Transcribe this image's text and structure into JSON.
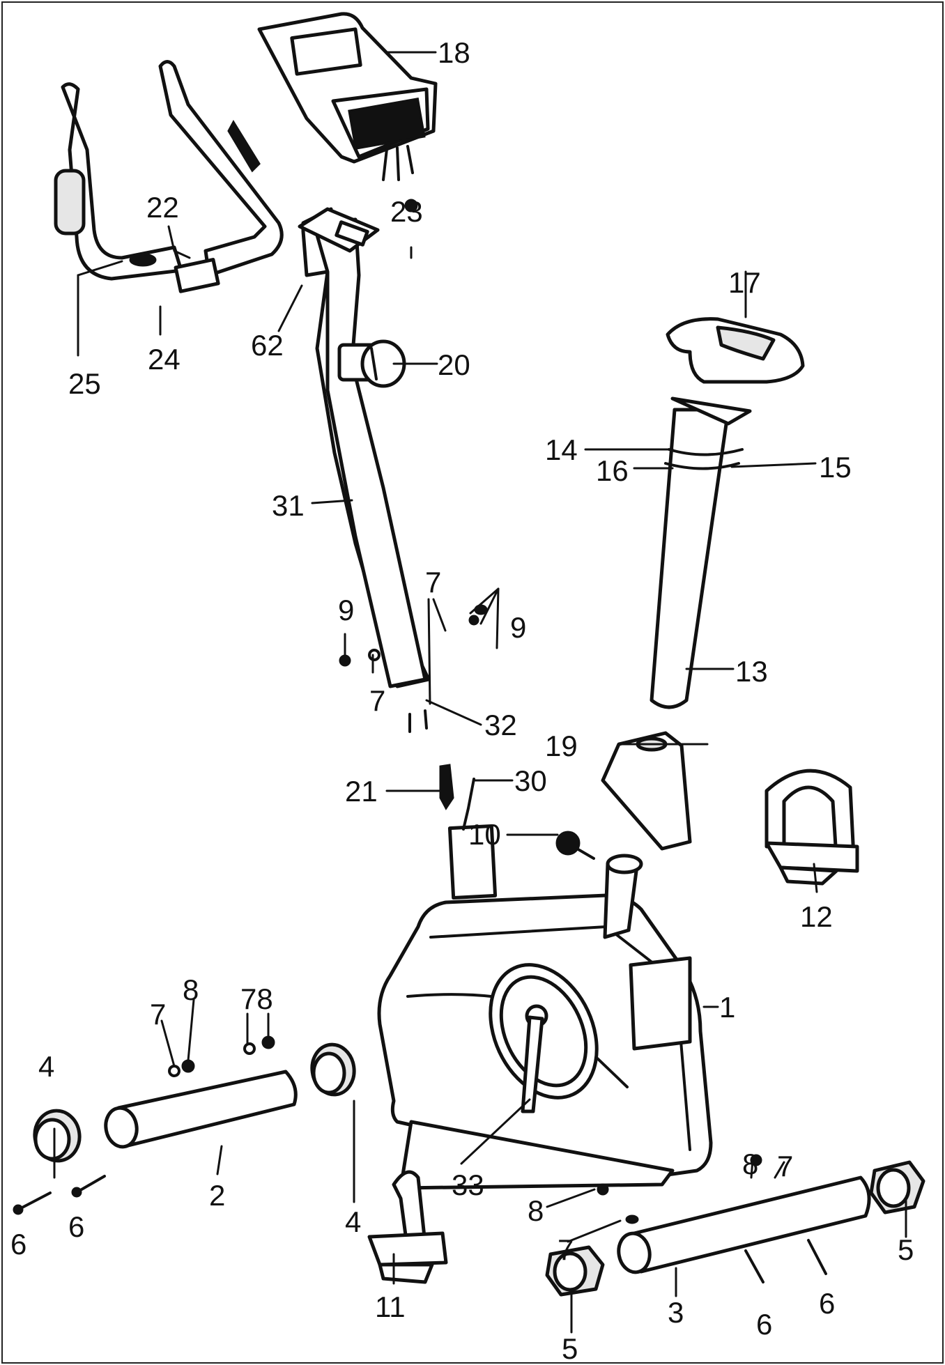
{
  "diagram": {
    "callouts": {
      "c1": "1",
      "c2": "2",
      "c3": "3",
      "c4a": "4",
      "c4b": "4",
      "c5a": "5",
      "c5b": "5",
      "c6a": "6",
      "c6b": "6",
      "c6c": "6",
      "c6d": "6",
      "c7a": "7",
      "c7b": "7",
      "c7c": "7",
      "c7d": "7",
      "c7e": "7",
      "c78": "78",
      "c8a": "8",
      "c8b": "8",
      "c8c": "8",
      "c9a": "9",
      "c9b": "9",
      "c10": "10",
      "c11": "11",
      "c12": "12",
      "c13": "13",
      "c14": "14",
      "c15": "15",
      "c16": "16",
      "c17": "17",
      "c18": "18",
      "c19": "19",
      "c20": "20",
      "c21": "21",
      "c22": "22",
      "c23": "23",
      "c24": "24",
      "c25": "25",
      "c30": "30",
      "c31": "31",
      "c32": "32",
      "c33": "33",
      "c62": "62"
    },
    "colors": {
      "line": "#111111",
      "background": "#ffffff"
    }
  }
}
